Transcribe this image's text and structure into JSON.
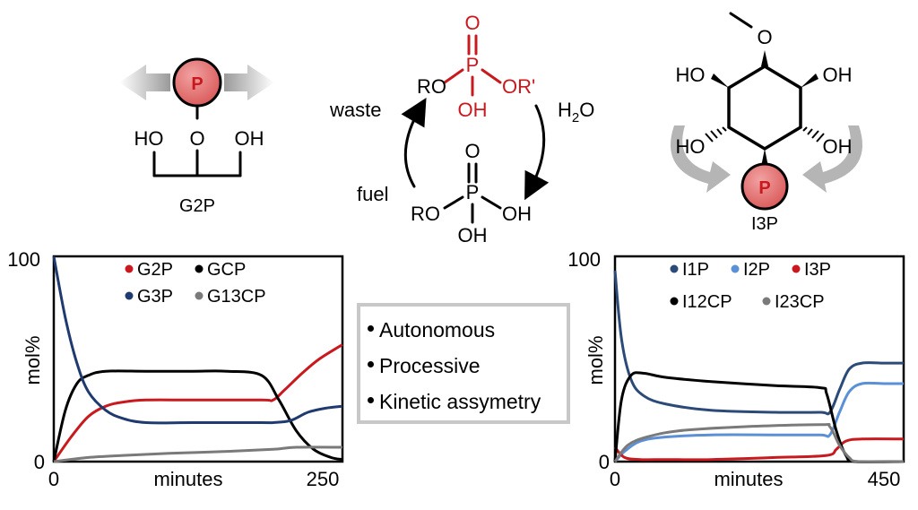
{
  "molecules": {
    "g2p": {
      "name": "G2P",
      "p_label": "P",
      "oh_left": "HO",
      "oh_right": "OH",
      "o_center": "O"
    },
    "i3p": {
      "name": "I3P",
      "p_label": "P",
      "ho_top_left": "HO",
      "oh_top_right": "OH",
      "ho_bottom_left": "HO",
      "oh_bottom_right": "OH",
      "o_top": "O"
    }
  },
  "cycle": {
    "diester": {
      "o_double": "O",
      "p": "P",
      "left": "RO",
      "right": "OR'",
      "bottom": "OH"
    },
    "monoester": {
      "o_double": "O",
      "p": "P",
      "left": "RO",
      "right": "OH",
      "bottom": "OH"
    },
    "waste": "waste",
    "fuel": "fuel",
    "water": "H",
    "water_sub": "2",
    "water_o": "O"
  },
  "features": [
    "Autonomous",
    "Processive",
    "Kinetic assymetry"
  ],
  "colors": {
    "red": "#c8191e",
    "black": "#000000",
    "navy": "#1f3a6e",
    "grey": "#7a7a7a",
    "blue": "#5b8fd6",
    "darknavy": "#2c4a78",
    "circle": "#e27272"
  },
  "chart_data": [
    {
      "type": "line",
      "xlabel": "minutes",
      "ylabel": "mol%",
      "xlim": [
        0,
        250
      ],
      "ylim": [
        0,
        100
      ],
      "x_ticks": [
        "0",
        "250"
      ],
      "y_ticks": [
        "0",
        "100"
      ],
      "legend_placement": "top",
      "series": [
        {
          "name": "G2P",
          "color": "#c8191e",
          "points": [
            [
              0,
              0
            ],
            [
              15,
              12
            ],
            [
              30,
              22
            ],
            [
              45,
              27
            ],
            [
              60,
              29
            ],
            [
              80,
              30
            ],
            [
              120,
              30
            ],
            [
              180,
              30
            ],
            [
              190,
              30
            ],
            [
              200,
              35
            ],
            [
              215,
              43
            ],
            [
              230,
              50
            ],
            [
              250,
              57
            ]
          ]
        },
        {
          "name": "GCP",
          "color": "#000000",
          "points": [
            [
              0,
              0
            ],
            [
              10,
              25
            ],
            [
              20,
              38
            ],
            [
              30,
              42
            ],
            [
              45,
              44
            ],
            [
              80,
              44
            ],
            [
              120,
              44
            ],
            [
              150,
              44
            ],
            [
              180,
              42
            ],
            [
              195,
              30
            ],
            [
              210,
              15
            ],
            [
              225,
              6
            ],
            [
              240,
              2
            ],
            [
              250,
              1
            ]
          ]
        },
        {
          "name": "G3P",
          "color": "#1f3a6e",
          "points": [
            [
              0,
              100
            ],
            [
              10,
              70
            ],
            [
              20,
              48
            ],
            [
              30,
              34
            ],
            [
              45,
              25
            ],
            [
              60,
              21
            ],
            [
              80,
              19
            ],
            [
              120,
              19
            ],
            [
              180,
              19
            ],
            [
              190,
              19
            ],
            [
              205,
              20
            ],
            [
              220,
              24
            ],
            [
              235,
              26
            ],
            [
              250,
              27
            ]
          ]
        },
        {
          "name": "G13CP",
          "color": "#7a7a7a",
          "points": [
            [
              0,
              0
            ],
            [
              30,
              2
            ],
            [
              60,
              3
            ],
            [
              100,
              4
            ],
            [
              150,
              5
            ],
            [
              190,
              6
            ],
            [
              210,
              7
            ],
            [
              250,
              7
            ]
          ]
        }
      ]
    },
    {
      "type": "line",
      "xlabel": "minutes",
      "ylabel": "mol%",
      "xlim": [
        0,
        450
      ],
      "ylim": [
        0,
        100
      ],
      "x_ticks": [
        "0",
        "450"
      ],
      "y_ticks": [
        "0",
        "100"
      ],
      "legend_placement": "top",
      "series": [
        {
          "name": "I1P",
          "color": "#2c4a78",
          "points": [
            [
              0,
              93
            ],
            [
              10,
              60
            ],
            [
              25,
              40
            ],
            [
              45,
              32
            ],
            [
              80,
              28
            ],
            [
              150,
              25
            ],
            [
              250,
              24
            ],
            [
              320,
              24
            ],
            [
              335,
              24
            ],
            [
              350,
              35
            ],
            [
              365,
              45
            ],
            [
              385,
              48
            ],
            [
              420,
              48
            ],
            [
              450,
              48
            ]
          ]
        },
        {
          "name": "I2P",
          "color": "#5b8fd6",
          "points": [
            [
              0,
              0
            ],
            [
              15,
              5
            ],
            [
              40,
              10
            ],
            [
              80,
              12
            ],
            [
              150,
              13
            ],
            [
              250,
              13
            ],
            [
              320,
              13
            ],
            [
              335,
              13
            ],
            [
              350,
              24
            ],
            [
              365,
              34
            ],
            [
              385,
              38
            ],
            [
              420,
              38
            ],
            [
              450,
              38
            ]
          ]
        },
        {
          "name": "I3P",
          "color": "#c8191e",
          "points": [
            [
              0,
              7
            ],
            [
              15,
              2
            ],
            [
              40,
              1
            ],
            [
              80,
              1
            ],
            [
              150,
              1
            ],
            [
              250,
              2
            ],
            [
              330,
              3
            ],
            [
              345,
              6
            ],
            [
              360,
              10
            ],
            [
              385,
              11
            ],
            [
              450,
              11
            ]
          ]
        },
        {
          "name": "I12CP",
          "color": "#000000",
          "points": [
            [
              0,
              0
            ],
            [
              10,
              30
            ],
            [
              25,
              42
            ],
            [
              45,
              43
            ],
            [
              80,
              41
            ],
            [
              150,
              39
            ],
            [
              250,
              37
            ],
            [
              320,
              36
            ],
            [
              330,
              33
            ],
            [
              345,
              15
            ],
            [
              360,
              3
            ],
            [
              375,
              0
            ],
            [
              450,
              0
            ]
          ]
        },
        {
          "name": "I23CP",
          "color": "#7a7a7a",
          "points": [
            [
              0,
              0
            ],
            [
              20,
              8
            ],
            [
              50,
              12
            ],
            [
              100,
              15
            ],
            [
              200,
              17
            ],
            [
              320,
              18
            ],
            [
              335,
              17
            ],
            [
              350,
              8
            ],
            [
              365,
              2
            ],
            [
              380,
              0
            ],
            [
              450,
              0
            ]
          ]
        }
      ]
    }
  ]
}
